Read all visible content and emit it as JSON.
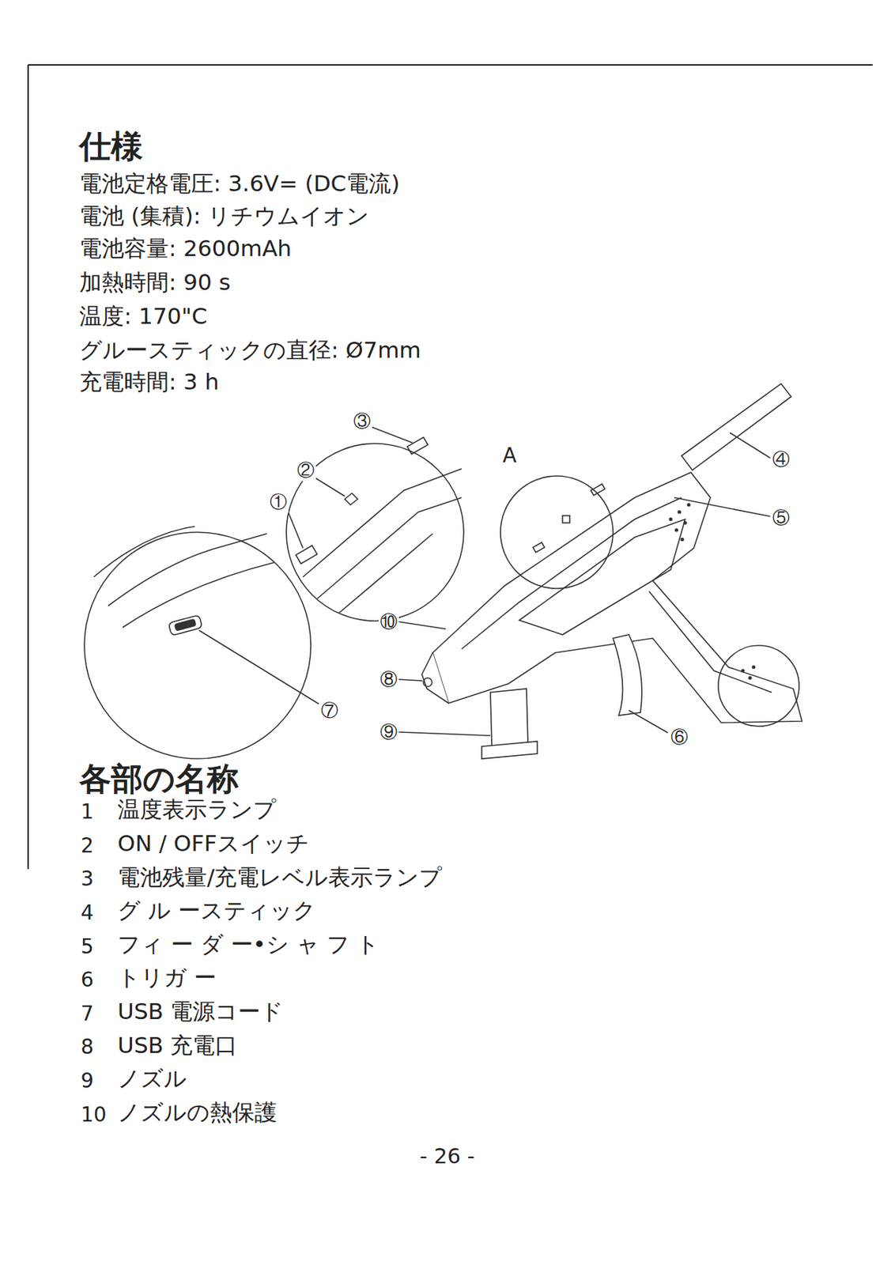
{
  "diagram": {
    "title": "仕様",
    "labels": [
      "電池定格電圧: 3.6V= (DC電流)",
      "電池 (集積): リチウムイオン",
      "電池容量: 2600mAh",
      "加熱時間: 90 s",
      "温度: 170\"C",
      "グルースティックの直径: Ø7mm",
      "充電時間: 3 h",
      "③",
      "②",
      "①",
      "A",
      "④",
      "⑤",
      "⑩",
      "⑧",
      "⑦",
      "⑨",
      "⑥",
      "各部の名称",
      "1",
      "温度表示ランプ",
      "2",
      "ON / OFFスイッチ",
      "3",
      "電池残量/充電レベル表示ランプ",
      "4",
      "グ ル ースティック",
      "5",
      "フィ ー ダ ー•シ ャ フ ト",
      "6",
      "トリガ ー",
      "7",
      "USB 電源コード",
      "8",
      "USB 充電口",
      "9",
      "ノズル",
      "10",
      "ノズルの熱保護",
      "- 26 -"
    ]
  }
}
